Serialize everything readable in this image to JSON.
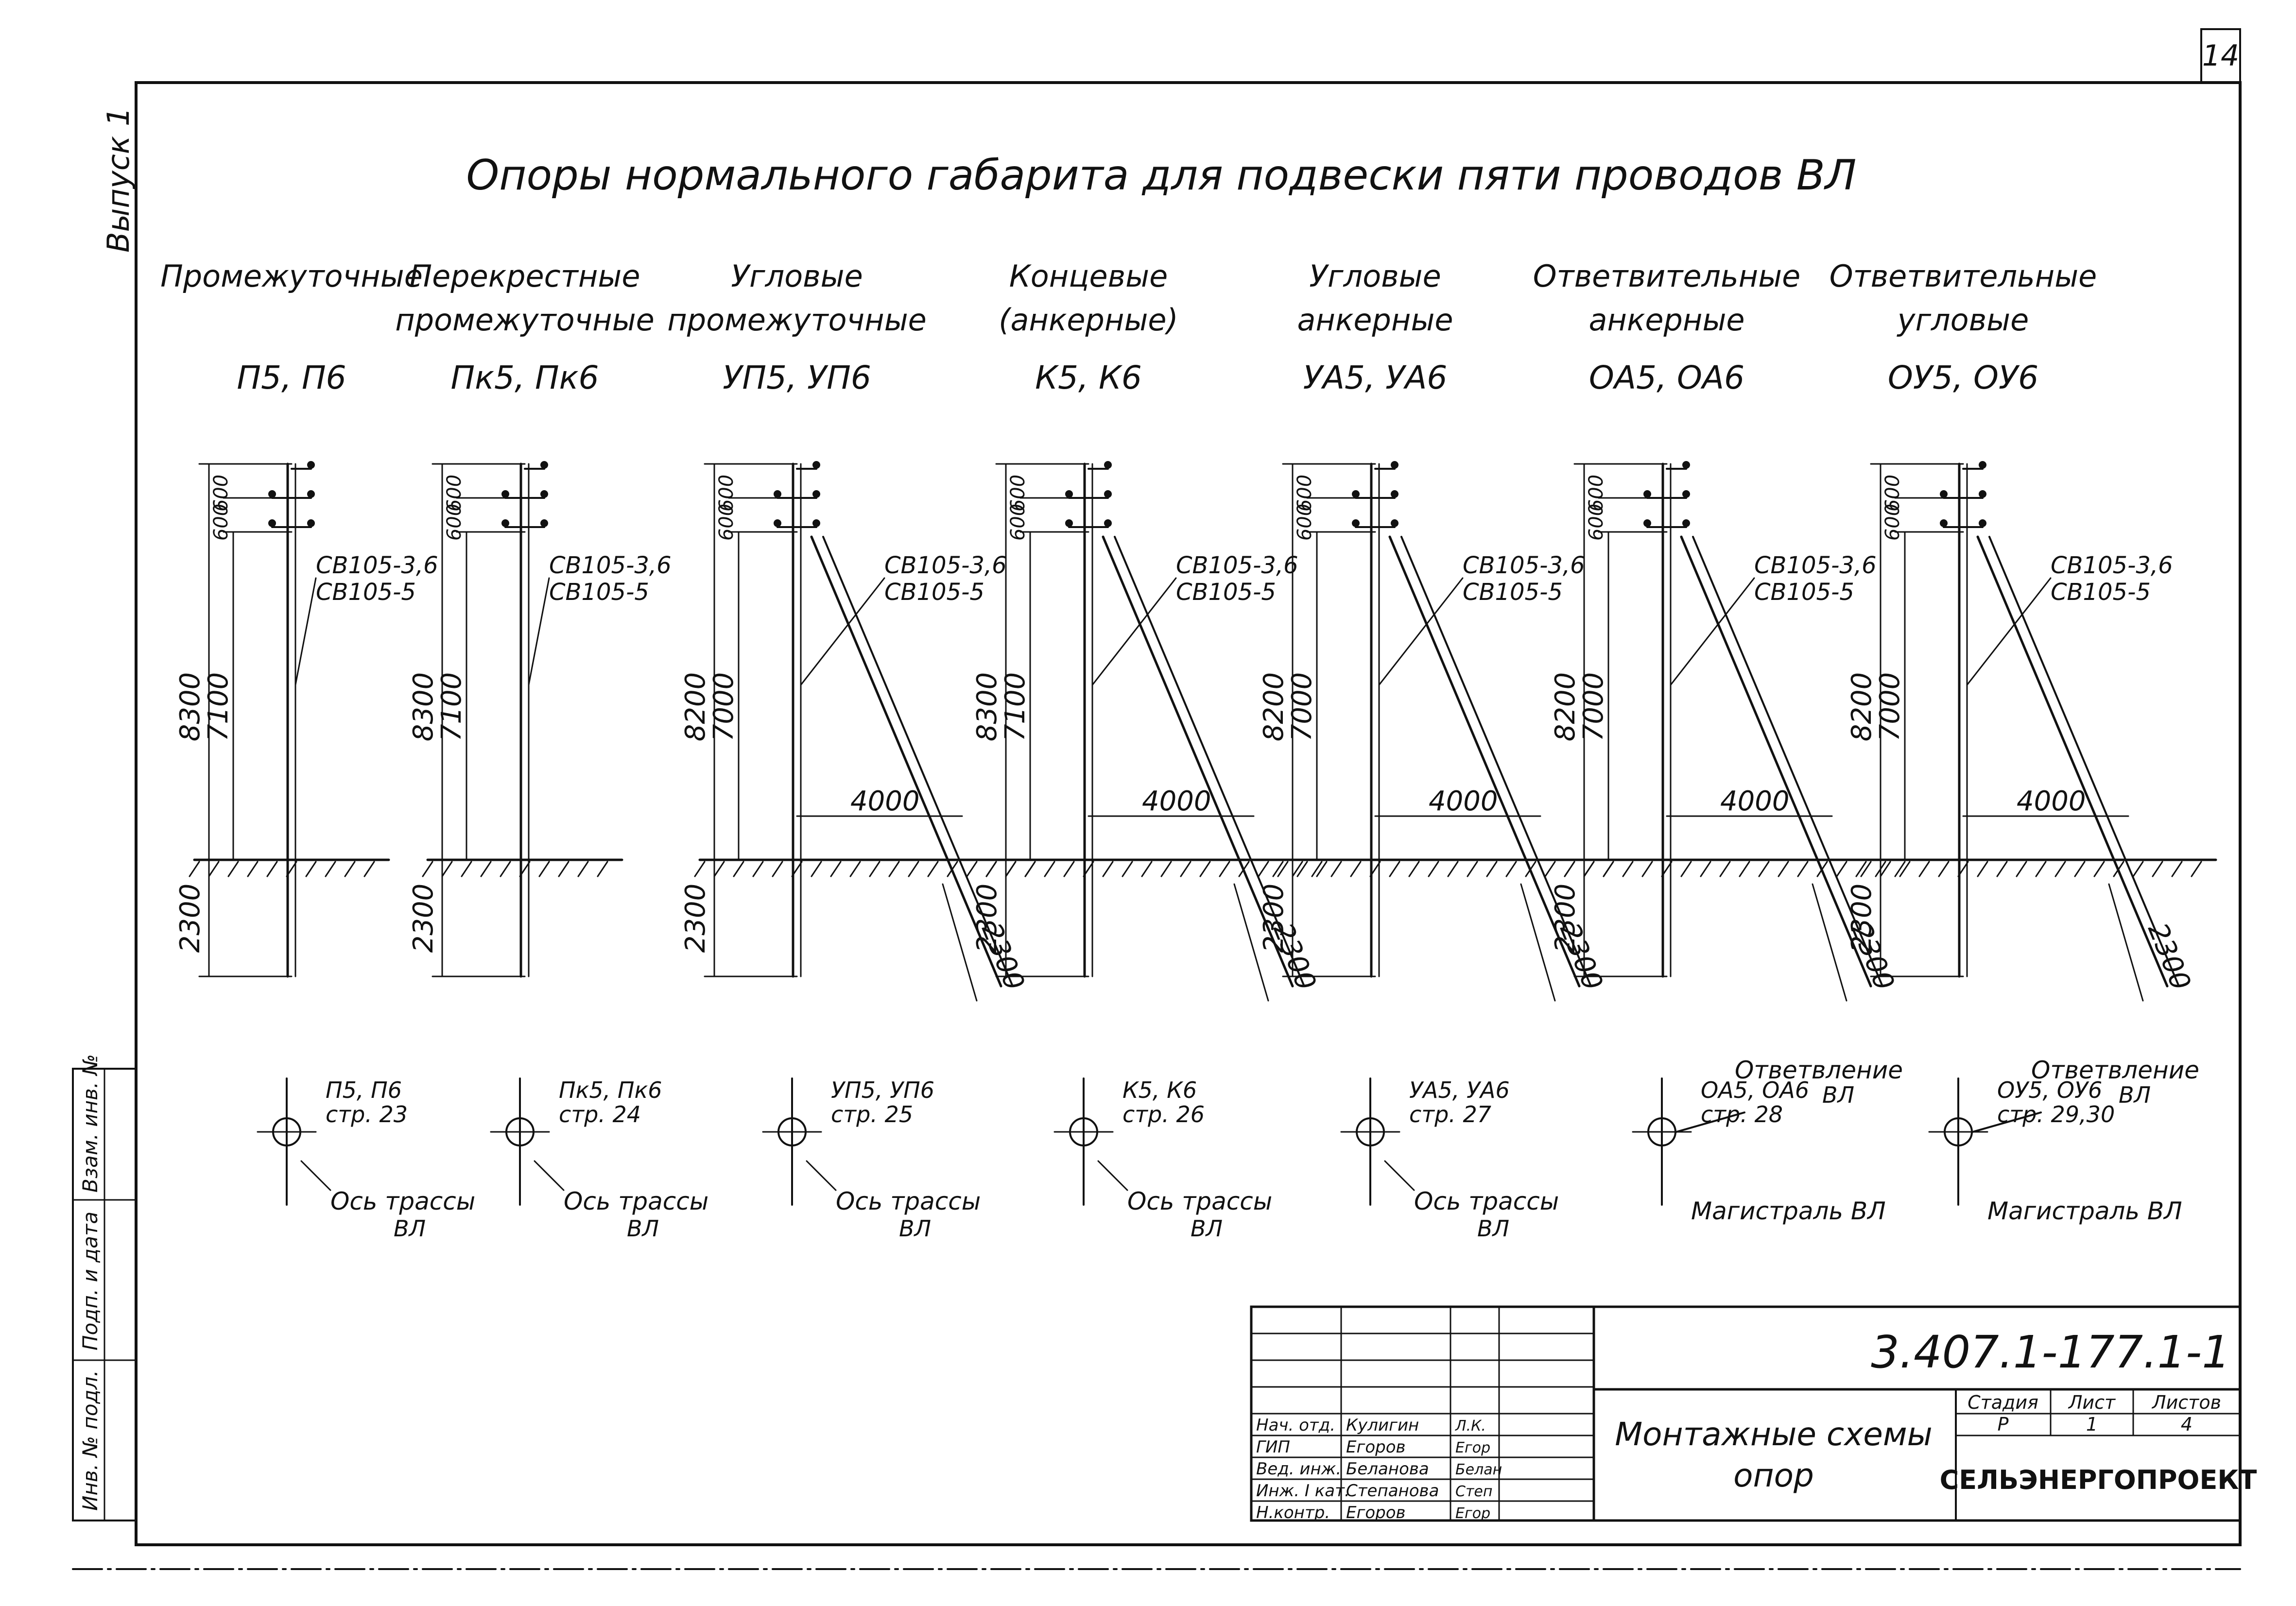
{
  "sheet_number": "14",
  "side_label": "Выпуск 1",
  "title": "Опоры нормального габарита для подвески пяти проводов ВЛ",
  "poles": [
    {
      "name_line1": "Промежуточные",
      "name_line2": "",
      "code": "П5, П6",
      "total_height": "8300",
      "pole_height": "7100",
      "spacing_top": "600",
      "spacing_mid": "600",
      "burial": "2300",
      "strut_span": "",
      "strut_burial": "",
      "pole_types": [
        "СВ105-3,6",
        "СВ105-5"
      ],
      "has_strut": false,
      "plan": {
        "ref_code": "П5, П6",
        "ref_page": "стр. 23",
        "axis_label": "Ось трассы",
        "axis_label2": "ВЛ",
        "branch_label": "",
        "branch_label2": "",
        "main_label": ""
      }
    },
    {
      "name_line1": "Перекрестные",
      "name_line2": "промежуточные",
      "code": "Пк5, Пк6",
      "total_height": "8300",
      "pole_height": "7100",
      "spacing_top": "600",
      "spacing_mid": "600",
      "burial": "2300",
      "strut_span": "",
      "strut_burial": "",
      "pole_types": [
        "СВ105-3,6",
        "СВ105-5"
      ],
      "has_strut": false,
      "plan": {
        "ref_code": "Пк5, Пк6",
        "ref_page": "стр. 24",
        "axis_label": "Ось трассы",
        "axis_label2": "ВЛ",
        "branch_label": "",
        "branch_label2": "",
        "main_label": ""
      }
    },
    {
      "name_line1": "Угловые",
      "name_line2": "промежуточные",
      "code": "УП5, УП6",
      "total_height": "8200",
      "pole_height": "7000",
      "spacing_top": "600",
      "spacing_mid": "600",
      "burial": "2300",
      "strut_span": "4000",
      "strut_burial": "2300",
      "pole_types": [
        "СВ105-3,6",
        "СВ105-5"
      ],
      "has_strut": true,
      "plan": {
        "ref_code": "УП5, УП6",
        "ref_page": "стр. 25",
        "axis_label": "Ось трассы",
        "axis_label2": "ВЛ",
        "branch_label": "",
        "branch_label2": "",
        "main_label": ""
      }
    },
    {
      "name_line1": "Концевые",
      "name_line2": "(анкерные)",
      "code": "К5, К6",
      "total_height": "8300",
      "pole_height": "7100",
      "spacing_top": "600",
      "spacing_mid": "600",
      "burial": "2300",
      "strut_span": "4000",
      "strut_burial": "2300",
      "pole_types": [
        "СВ105-3,6",
        "СВ105-5"
      ],
      "has_strut": true,
      "plan": {
        "ref_code": "К5, К6",
        "ref_page": "стр. 26",
        "axis_label": "Ось трассы",
        "axis_label2": "ВЛ",
        "branch_label": "",
        "branch_label2": "",
        "main_label": ""
      }
    },
    {
      "name_line1": "Угловые",
      "name_line2": "анкерные",
      "code": "УА5, УА6",
      "total_height": "8200",
      "pole_height": "7000",
      "spacing_top": "600",
      "spacing_mid": "600",
      "burial": "2300",
      "strut_span": "4000",
      "strut_burial": "2300",
      "pole_types": [
        "СВ105-3,6",
        "СВ105-5"
      ],
      "has_strut": true,
      "plan": {
        "ref_code": "УА5, УА6",
        "ref_page": "стр. 27",
        "axis_label": "Ось трассы",
        "axis_label2": "ВЛ",
        "branch_label": "",
        "branch_label2": "",
        "main_label": ""
      }
    },
    {
      "name_line1": "Ответвительные",
      "name_line2": "анкерные",
      "code": "ОА5, ОА6",
      "total_height": "8200",
      "pole_height": "7000",
      "spacing_top": "600",
      "spacing_mid": "600",
      "burial": "2300",
      "strut_span": "4000",
      "strut_burial": "2300",
      "pole_types": [
        "СВ105-3,6",
        "СВ105-5"
      ],
      "has_strut": true,
      "plan": {
        "ref_code": "ОА5, ОА6",
        "ref_page": "стр. 28",
        "axis_label": "",
        "axis_label2": "",
        "branch_label": "Ответвление",
        "branch_label2": "ВЛ",
        "main_label": "Магистраль ВЛ"
      }
    },
    {
      "name_line1": "Ответвительные",
      "name_line2": "угловые",
      "code": "ОУ5, ОУ6",
      "total_height": "8200",
      "pole_height": "7000",
      "spacing_top": "600",
      "spacing_mid": "600",
      "burial": "2300",
      "strut_span": "4000",
      "strut_burial": "2300",
      "pole_types": [
        "СВ105-3,6",
        "СВ105-5"
      ],
      "has_strut": true,
      "plan": {
        "ref_code": "ОУ5, ОУ6",
        "ref_page": "стр. 29,30",
        "axis_label": "",
        "axis_label2": "",
        "branch_label": "Ответвление",
        "branch_label2": "ВЛ",
        "main_label": "Магистраль ВЛ"
      }
    }
  ],
  "title_block": {
    "doc_code": "3.407.1-177.1-1",
    "doc_title_1": "Монтажные схемы",
    "doc_title_2": "опор",
    "stage_header": "Стадия",
    "sheet_header": "Лист",
    "sheets_header": "Листов",
    "stage": "Р",
    "sheet": "1",
    "sheets": "4",
    "organization": "СЕЛЬЭНЕРГОПРОЕКТ",
    "signatures": [
      {
        "role": "Нач. отд.",
        "name": "Кулигин",
        "sign": "Л.К."
      },
      {
        "role": "ГИП",
        "name": "Егоров",
        "sign": "Егор"
      },
      {
        "role": "Вед. инж.",
        "name": "Беланова",
        "sign": "Белан"
      },
      {
        "role": "Инж. I кат.",
        "name": "Степанова",
        "sign": "Степ"
      },
      {
        "role": "Н.контр.",
        "name": "Егоров",
        "sign": "Егор"
      }
    ]
  },
  "stamp_strip": [
    "Инв. № подл.",
    "Подп. и дата",
    "Взам. инв. №"
  ]
}
